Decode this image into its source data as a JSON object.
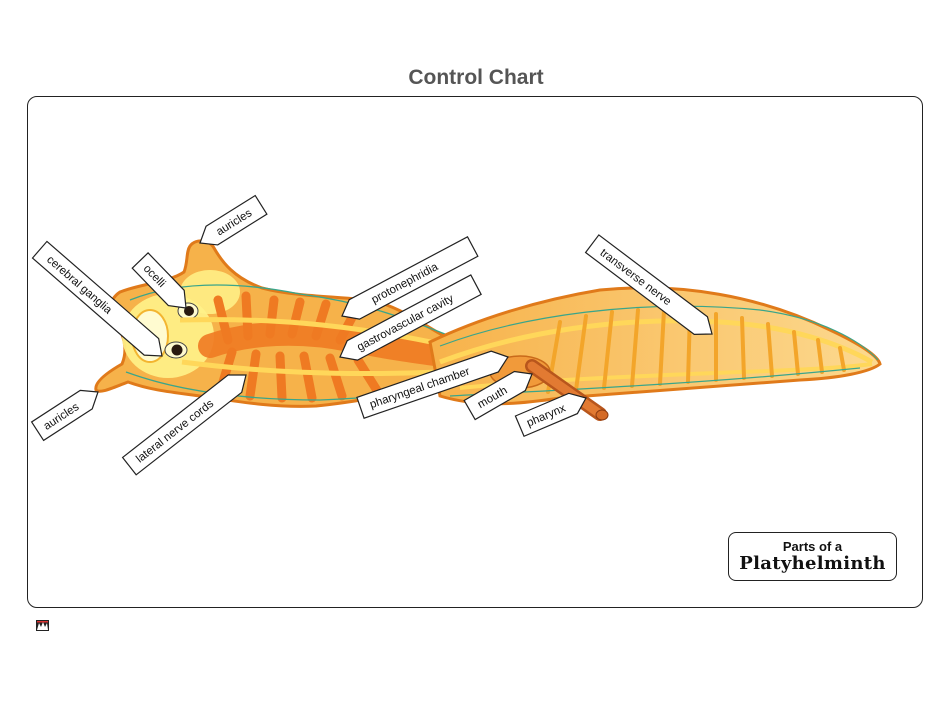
{
  "page": {
    "title": "Control Chart"
  },
  "caption": {
    "line1": "Parts of a",
    "line2": "Platyhelminth"
  },
  "labels": {
    "auricles_top": "auricles",
    "ocelli": "ocelli",
    "cerebral_ganglia": "cerebral ganglia",
    "auricles_bottom": "auricles",
    "lateral_nerve_cords": "lateral nerve cords",
    "protonephridia": "protonephridia",
    "gastrovascular_cavity": "gastrovascular cavity",
    "pharyngeal_chamber": "pharyngeal chamber",
    "mouth": "mouth",
    "pharynx": "pharynx",
    "transverse_nerve": "transverse nerve"
  },
  "colors": {
    "body_fill": "#f6b24a",
    "body_edge": "#e07a1a",
    "cavity": "#ef7a22",
    "nerve": "#ffd75a",
    "head_yellow": "#fff28a",
    "vessel": "#3aa58a"
  },
  "icons": {
    "logo": "publisher-logo-icon"
  }
}
